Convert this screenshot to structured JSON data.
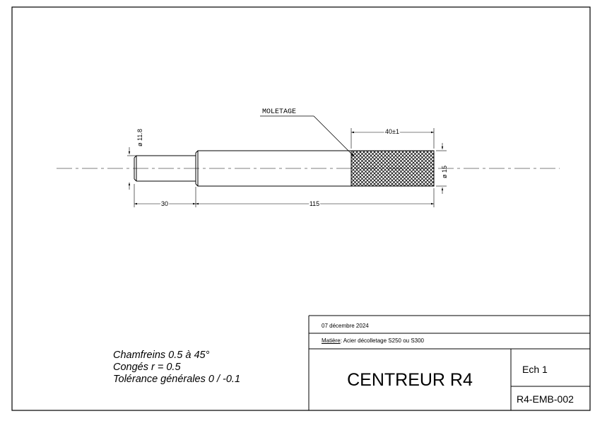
{
  "drawing": {
    "callout": "MOLETAGE",
    "dimensions": {
      "knurl_length": "40±1",
      "small_diameter": "ø 11.8",
      "large_diameter": "ø 15",
      "shank_length": "30",
      "total_length": "115"
    }
  },
  "notes": {
    "chamfer": "Chamfreins 0.5 à 45°",
    "fillet": "Congés r = 0.5",
    "tolerance": "Tolérance générales 0 / -0.1"
  },
  "title_block": {
    "date": "07 décembre 2024",
    "material_label": "Matière",
    "material_value": ": Acier décolletage S250  ou S300",
    "part_name": "CENTREUR R4",
    "scale": "Ech 1",
    "reference": "R4-EMB-002"
  },
  "colors": {
    "line": "#000000",
    "background": "#ffffff"
  }
}
